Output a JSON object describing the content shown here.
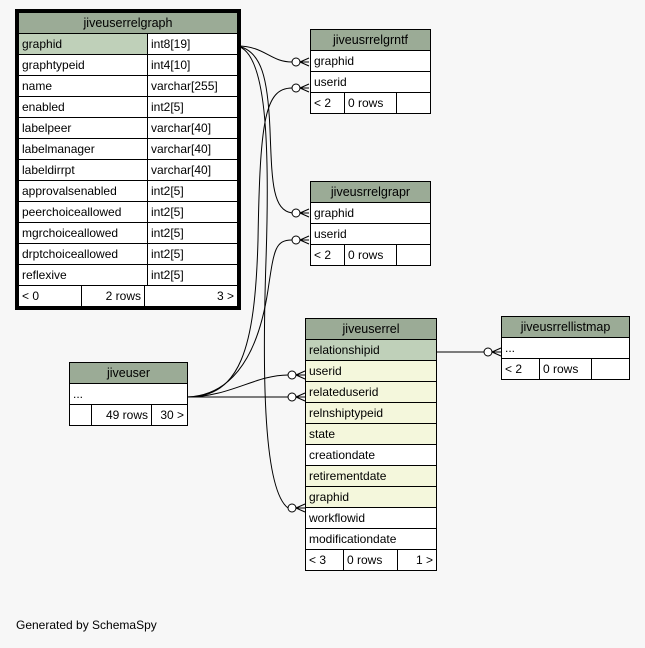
{
  "tables": {
    "jiveuserrelgraph": {
      "name": "jiveuserrelgraph",
      "columns": [
        {
          "name": "graphid",
          "type": "int8[19]"
        },
        {
          "name": "graphtypeid",
          "type": "int4[10]"
        },
        {
          "name": "name",
          "type": "varchar[255]"
        },
        {
          "name": "enabled",
          "type": "int2[5]"
        },
        {
          "name": "labelpeer",
          "type": "varchar[40]"
        },
        {
          "name": "labelmanager",
          "type": "varchar[40]"
        },
        {
          "name": "labeldirrpt",
          "type": "varchar[40]"
        },
        {
          "name": "approvalsenabled",
          "type": "int2[5]"
        },
        {
          "name": "peerchoiceallowed",
          "type": "int2[5]"
        },
        {
          "name": "mgrchoiceallowed",
          "type": "int2[5]"
        },
        {
          "name": "drptchoiceallowed",
          "type": "int2[5]"
        },
        {
          "name": "reflexive",
          "type": "int2[5]"
        }
      ],
      "footer": {
        "parents": "< 0",
        "rows": "2 rows",
        "children": "3 >"
      }
    },
    "jiveusrrelgrntf": {
      "name": "jiveusrrelgrntf",
      "columns": [
        "graphid",
        "userid"
      ],
      "footer": {
        "parents": "< 2",
        "rows": "0 rows",
        "children": ""
      }
    },
    "jiveusrrelgrapr": {
      "name": "jiveusrrelgrapr",
      "columns": [
        "graphid",
        "userid"
      ],
      "footer": {
        "parents": "< 2",
        "rows": "0 rows",
        "children": ""
      }
    },
    "jiveuser": {
      "name": "jiveuser",
      "columns": [
        "..."
      ],
      "footer": {
        "parents": "",
        "rows": "49 rows",
        "children": "30 >"
      }
    },
    "jiveuserrel": {
      "name": "jiveuserrel",
      "columns": [
        "relationshipid",
        "userid",
        "relateduserid",
        "relnshiptypeid",
        "state",
        "creationdate",
        "retirementdate",
        "graphid",
        "workflowid",
        "modificationdate"
      ],
      "footer": {
        "parents": "< 3",
        "rows": "0 rows",
        "children": "1 >"
      }
    },
    "jiveusrrellistmap": {
      "name": "jiveusrrellistmap",
      "columns": [
        "..."
      ],
      "footer": {
        "parents": "< 2",
        "rows": "0 rows",
        "children": ""
      }
    }
  },
  "generated_by": "Generated by SchemaSpy"
}
